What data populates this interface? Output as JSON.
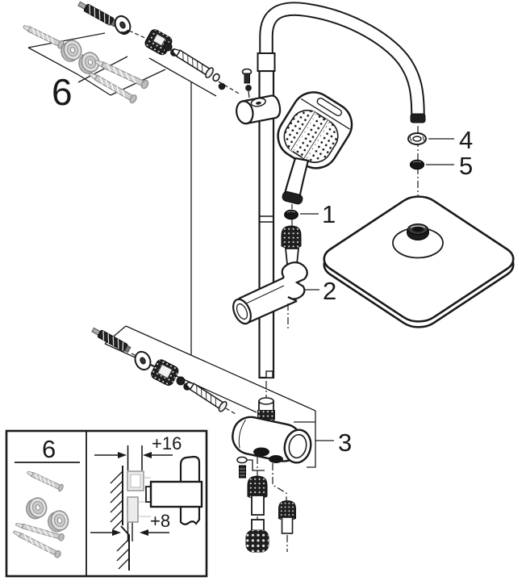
{
  "diagram": {
    "kind": "exploded-parts-drawing",
    "background": "#ffffff",
    "line_color": "#1a1a1a",
    "gray_part_color": "#d6d6d6"
  },
  "callouts": {
    "part1": "1",
    "part2": "2",
    "part3": "3",
    "part4": "4",
    "part5": "5",
    "part6": "6"
  },
  "inset": {
    "group_label": "6",
    "dim_upper": "+16",
    "dim_lower": "+8"
  }
}
